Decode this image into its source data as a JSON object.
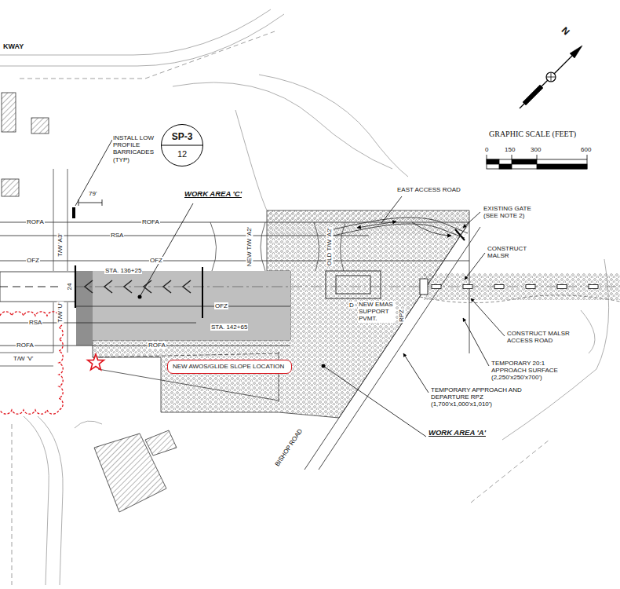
{
  "diagram": {
    "nodes": [
      {
        "text": [
          "SP-3",
          "12"
        ]
      },
      {
        "text": [
          "NEW AWOS/GLIDE SLOPE LOCATION"
        ]
      }
    ],
    "labels": [
      "KWAY",
      "INSTALL LOW PROFILE BARRICADES (TYP)",
      "79'",
      "WORK AREA 'C'",
      "GRAPHIC SCALE (FEET)",
      "0",
      "150",
      "300",
      "600",
      "N",
      "EAST ACCESS ROAD",
      "EXISTING GATE (SEE NOTE 2)",
      "ROFA",
      "ROFA",
      "RSA",
      "T/W 'A3'",
      "NEW T/W 'A2'",
      "OLD T/W 'A2'",
      "CONSTRUCT MALSR",
      "OFZ",
      "OFZ",
      "STA. 136+25",
      "24",
      "NEW EMAS SUPPORT PVMT.",
      "D",
      "OFZ",
      "T/W 'U'",
      "RPZ",
      "RSA",
      "STA. 142+65",
      "CONSTRUCT MALSR ACCESS ROAD",
      "ROFA",
      "ROFA",
      "T/W 'V'",
      "TEMPORARY 20:1 APPROACH SURFACE (2,250'x250'x700')",
      "TEMPORARY APPROACH AND DEPARTURE RPZ (1,700'x1,000'x1,010')",
      "WORK AREA 'A'",
      "BISHOP ROAD"
    ]
  }
}
